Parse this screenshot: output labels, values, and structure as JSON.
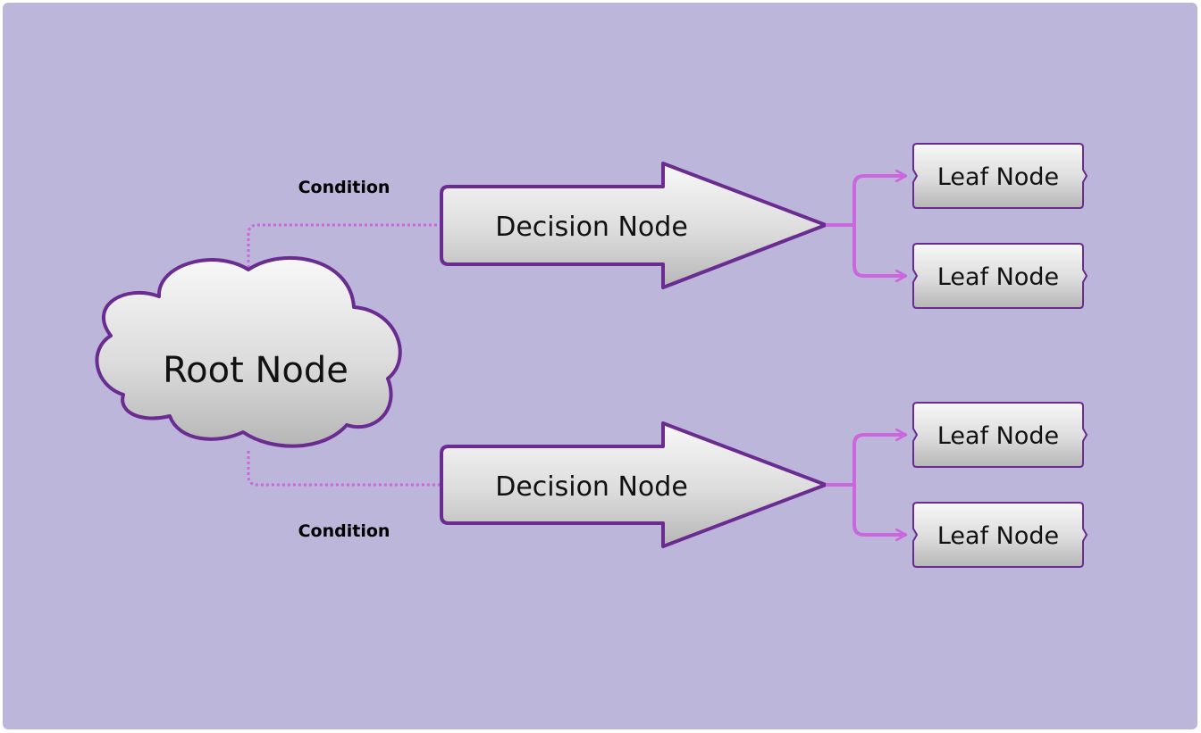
{
  "colors": {
    "background": "#bbb6da",
    "shape_stroke": "#6a2c91",
    "connector": "#cc66dd",
    "fill_light": "#f7f7f7",
    "fill_dark": "#b9b9b9"
  },
  "root": {
    "label": "Root Node"
  },
  "branches": [
    {
      "condition": "Condition",
      "decision": "Decision Node",
      "leaves": [
        "Leaf Node",
        "Leaf Node"
      ]
    },
    {
      "condition": "Condition",
      "decision": "Decision Node",
      "leaves": [
        "Leaf Node",
        "Leaf Node"
      ]
    }
  ]
}
